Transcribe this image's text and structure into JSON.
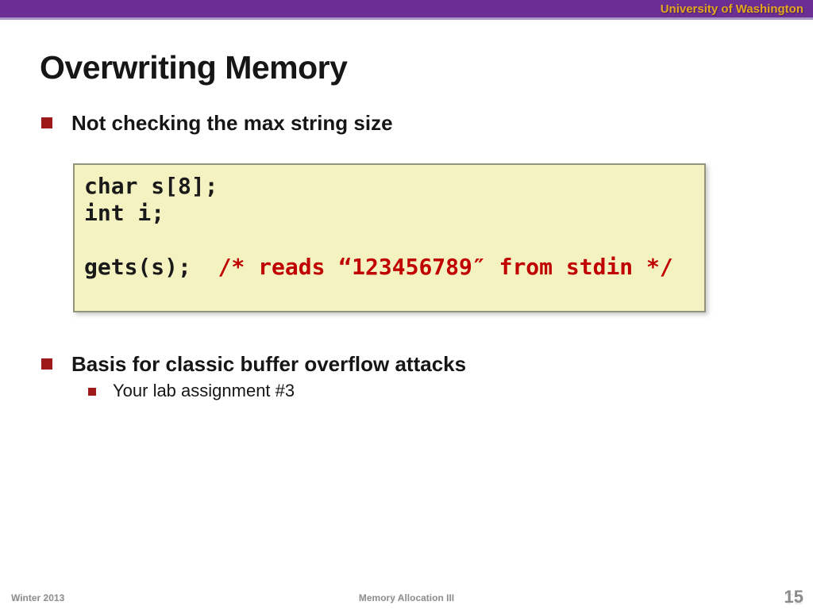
{
  "colors": {
    "banner_purple": "#6b2f94",
    "banner_accent": "#a996c5",
    "banner_gold": "#e5a71e",
    "bullet_red": "#9e1a1a",
    "code_background": "#f5f2c1",
    "code_border": "#94947c",
    "code_comment_red": "#c00000",
    "footer_gray": "#8f8f8f"
  },
  "header": {
    "org_label": "University of Washington"
  },
  "content": {
    "title": "Overwriting Memory",
    "bullet1": "Not checking the max string size",
    "bullet2": "Basis for classic buffer overflow attacks",
    "sub_bullet": "Your lab assignment #3",
    "code": {
      "line1": "char s[8];",
      "line2": "int i;",
      "line3": "",
      "line4_code": "gets(s);  ",
      "line4_comment": "/* reads “123456789″ from stdin */"
    }
  },
  "footer": {
    "left": "Winter 2013",
    "center": "Memory Allocation III",
    "page_number": "15"
  }
}
